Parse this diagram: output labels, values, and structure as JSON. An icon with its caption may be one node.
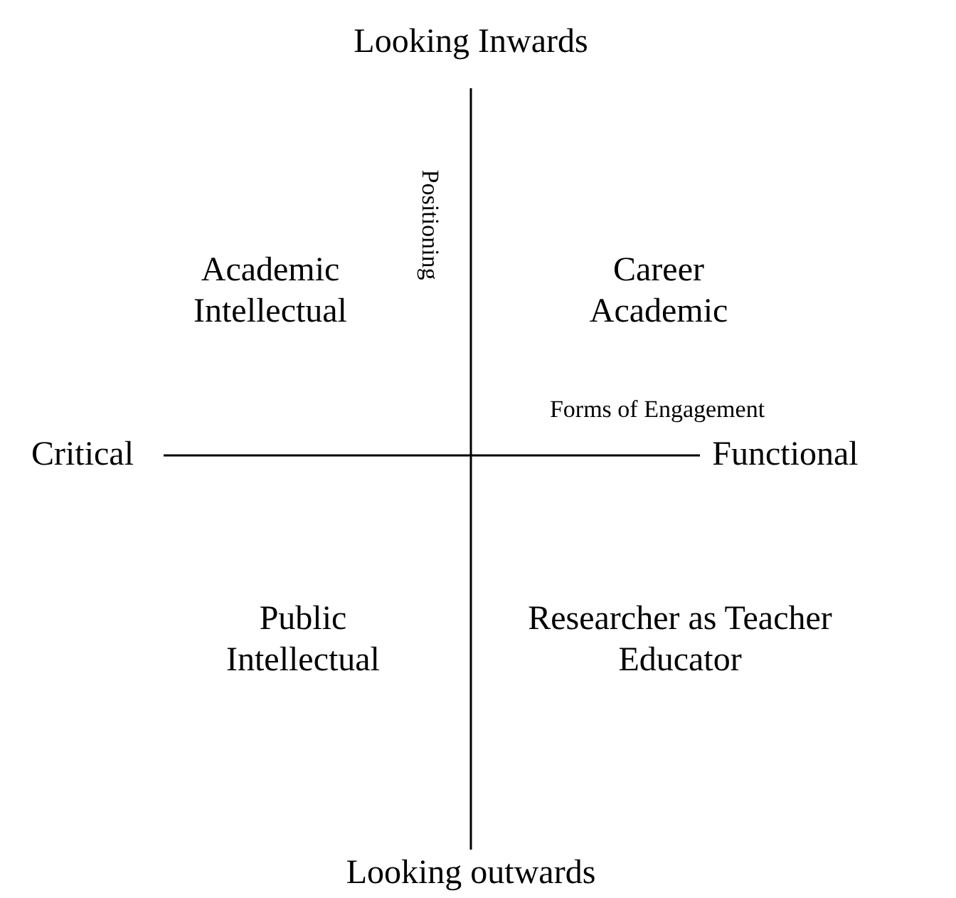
{
  "diagram": {
    "labels": [
      "Looking Inwards",
      "Positioning",
      "Academic Intellectual",
      "Career Academic",
      "Forms of Engagement",
      "Critical",
      "Functional",
      "Public Intellectual",
      "Researcher as Teacher Educator",
      "Looking outwards"
    ]
  }
}
